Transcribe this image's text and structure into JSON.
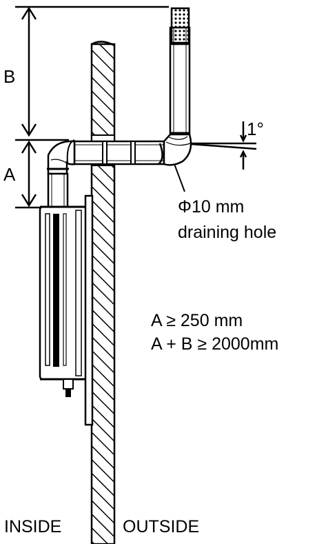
{
  "labels": {
    "dim_b": "B",
    "dim_a": "A",
    "angle": "1°",
    "hole_line1": "Φ10 mm",
    "hole_line2": "draining hole",
    "rule_1": "A ≥ 250 mm",
    "rule_2": "A + B ≥ 2000mm",
    "inside": "INSIDE",
    "outside": "OUTSIDE"
  },
  "colors": {
    "stroke": "#000000",
    "fill": "#ffffff"
  }
}
